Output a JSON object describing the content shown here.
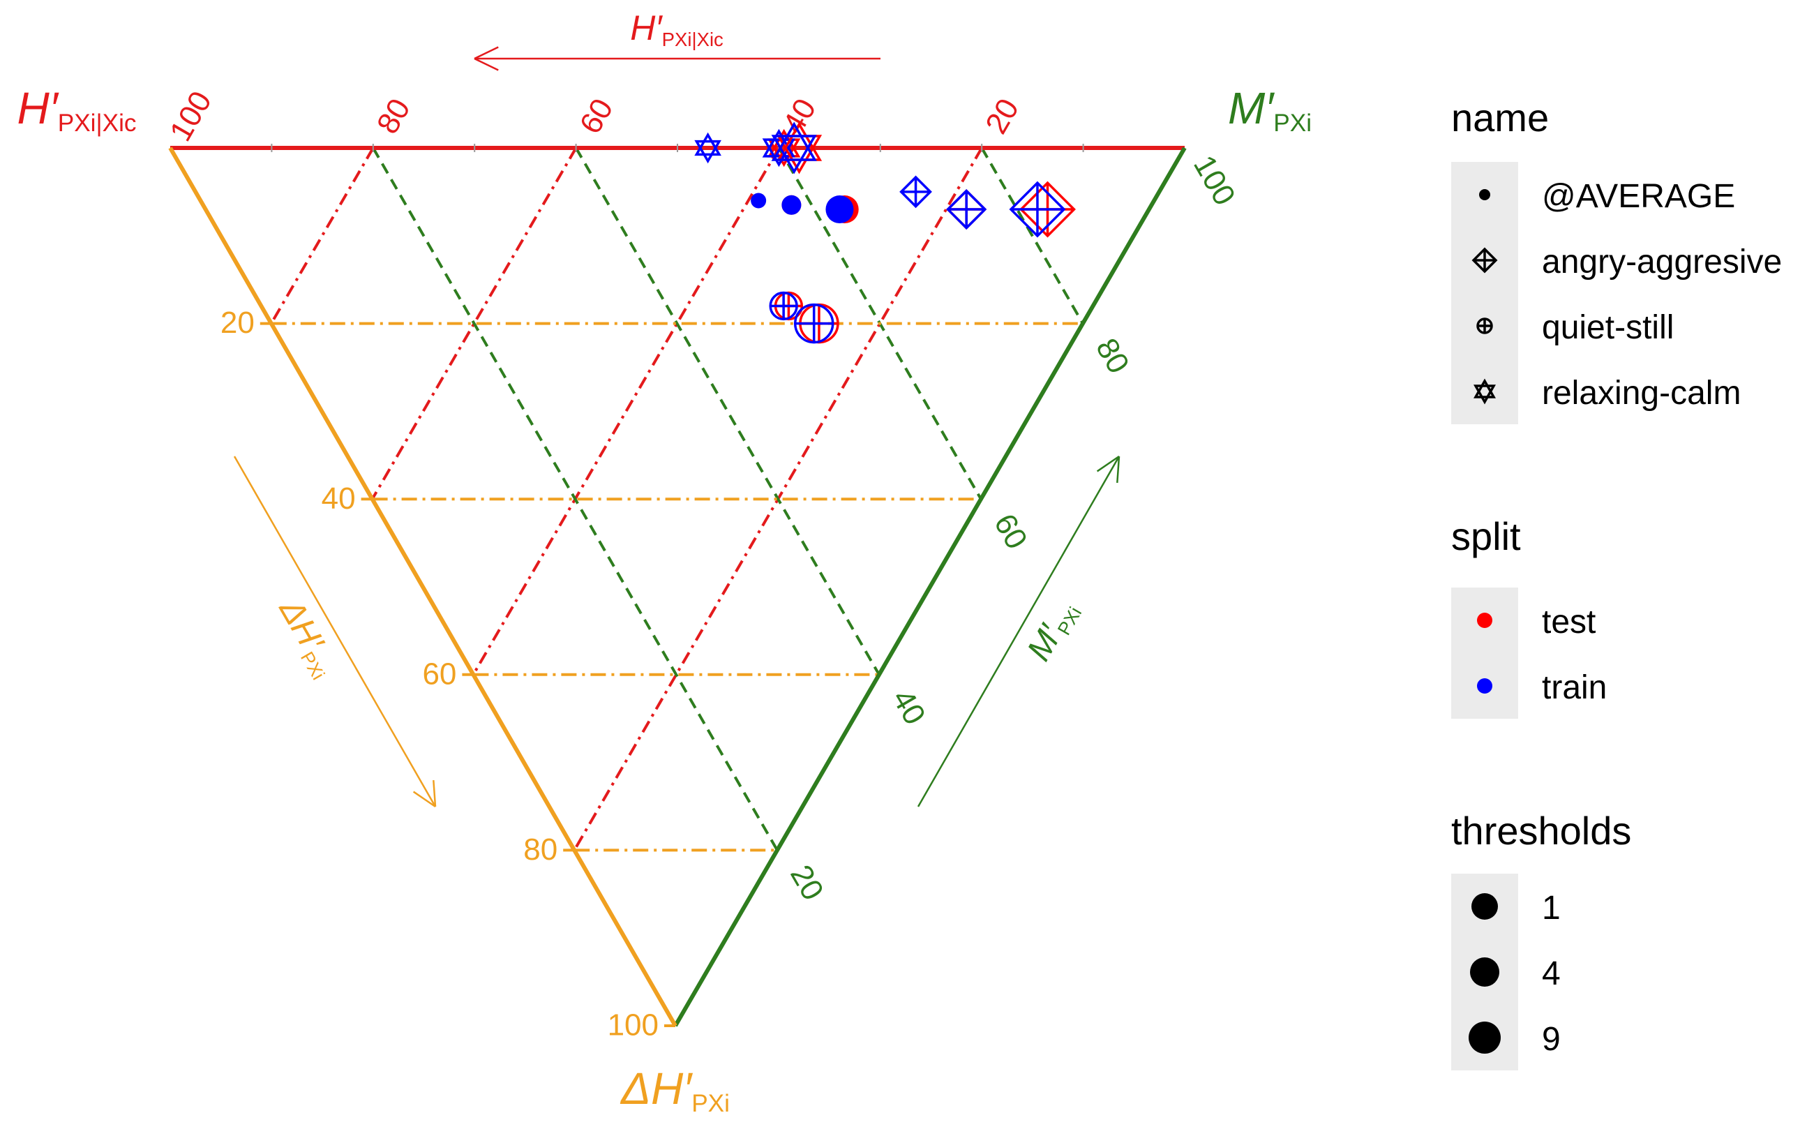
{
  "chart_data": {
    "type": "ternary",
    "axes": {
      "top": {
        "name": "H′",
        "sub": "PXi|Xic",
        "color": "#e41a1c",
        "ticks": [
          "100",
          "80",
          "60",
          "40",
          "20"
        ]
      },
      "right": {
        "name": "M′",
        "sub": "PXi",
        "color": "#2e7d1e",
        "ticks": [
          "100",
          "80",
          "60",
          "40",
          "20"
        ]
      },
      "left": {
        "name": "ΔH′",
        "sub": "PXi",
        "color": "#f0a020",
        "ticks": [
          "20",
          "40",
          "60",
          "80",
          "100"
        ]
      }
    },
    "grid": true,
    "range": [
      0,
      100
    ],
    "colors": {
      "test": "#ff0000",
      "train": "#0000ff"
    },
    "points": [
      {
        "name": "relaxing-calm",
        "split": "train",
        "thresholds": 1,
        "h": 47,
        "m": 53,
        "d": 0
      },
      {
        "name": "relaxing-calm",
        "split": "test",
        "thresholds": 4,
        "h": 39.5,
        "m": 60.5,
        "d": 0
      },
      {
        "name": "relaxing-calm",
        "split": "train",
        "thresholds": 4,
        "h": 40,
        "m": 60,
        "d": 0
      },
      {
        "name": "relaxing-calm",
        "split": "test",
        "thresholds": 9,
        "h": 38,
        "m": 62,
        "d": 0
      },
      {
        "name": "relaxing-calm",
        "split": "train",
        "thresholds": 9,
        "h": 38.5,
        "m": 61.5,
        "d": 0
      },
      {
        "name": "@AVERAGE",
        "split": "train",
        "thresholds": 1,
        "h": 39,
        "m": 55,
        "d": 6
      },
      {
        "name": "@AVERAGE",
        "split": "test",
        "thresholds": 4,
        "h": 35.5,
        "m": 58,
        "d": 6.5
      },
      {
        "name": "@AVERAGE",
        "split": "train",
        "thresholds": 4,
        "h": 35.5,
        "m": 58,
        "d": 6.5
      },
      {
        "name": "@AVERAGE",
        "split": "test",
        "thresholds": 9,
        "h": 30,
        "m": 63,
        "d": 7
      },
      {
        "name": "@AVERAGE",
        "split": "train",
        "thresholds": 9,
        "h": 30.5,
        "m": 62.5,
        "d": 7
      },
      {
        "name": "angry-aggresive",
        "split": "train",
        "thresholds": 1,
        "h": 24,
        "m": 71,
        "d": 5
      },
      {
        "name": "angry-aggresive",
        "split": "test",
        "thresholds": 4,
        "h": 18,
        "m": 75,
        "d": 7
      },
      {
        "name": "angry-aggresive",
        "split": "train",
        "thresholds": 4,
        "h": 18,
        "m": 75,
        "d": 7
      },
      {
        "name": "angry-aggresive",
        "split": "test",
        "thresholds": 9,
        "h": 10,
        "m": 83,
        "d": 7
      },
      {
        "name": "angry-aggresive",
        "split": "train",
        "thresholds": 9,
        "h": 11,
        "m": 82,
        "d": 7
      },
      {
        "name": "quiet-still",
        "split": "test",
        "thresholds": 4,
        "h": 30,
        "m": 52,
        "d": 18
      },
      {
        "name": "quiet-still",
        "split": "train",
        "thresholds": 4,
        "h": 30.5,
        "m": 51.5,
        "d": 18
      },
      {
        "name": "quiet-still",
        "split": "test",
        "thresholds": 9,
        "h": 26,
        "m": 54,
        "d": 20
      },
      {
        "name": "quiet-still",
        "split": "train",
        "thresholds": 9,
        "h": 26.5,
        "m": 53.5,
        "d": 20
      }
    ]
  },
  "legend": {
    "name": {
      "title": "name",
      "items": [
        {
          "label": "@AVERAGE",
          "icon": "dot-icon"
        },
        {
          "label": "angry-aggresive",
          "icon": "diamond-plus-icon"
        },
        {
          "label": "quiet-still",
          "icon": "circle-plus-icon"
        },
        {
          "label": "relaxing-calm",
          "icon": "star-of-david-icon"
        }
      ]
    },
    "split": {
      "title": "split",
      "items": [
        {
          "label": "test",
          "color": "#ff0000"
        },
        {
          "label": "train",
          "color": "#0000ff"
        }
      ]
    },
    "thresholds": {
      "title": "thresholds",
      "items": [
        {
          "label": "1"
        },
        {
          "label": "4"
        },
        {
          "label": "9"
        }
      ]
    }
  }
}
